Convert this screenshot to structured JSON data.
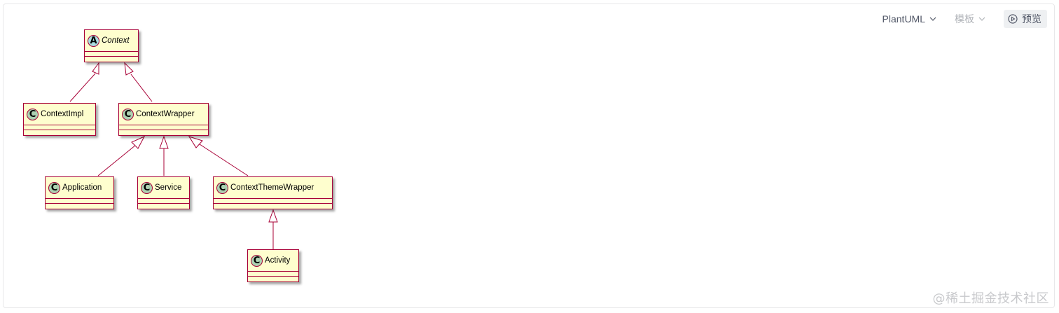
{
  "toolbar": {
    "language": "PlantUML",
    "template": "模板",
    "preview": "预览"
  },
  "diagram": {
    "classes": {
      "context": {
        "name": "Context",
        "stereotype": "A"
      },
      "context_impl": {
        "name": "ContextImpl",
        "stereotype": "C"
      },
      "context_wrapper": {
        "name": "ContextWrapper",
        "stereotype": "C"
      },
      "application": {
        "name": "Application",
        "stereotype": "C"
      },
      "service": {
        "name": "Service",
        "stereotype": "C"
      },
      "context_theme_wrapper": {
        "name": "ContextThemeWrapper",
        "stereotype": "C"
      },
      "activity": {
        "name": "Activity",
        "stereotype": "C"
      }
    },
    "inheritance": [
      [
        "ContextImpl",
        "Context"
      ],
      [
        "ContextWrapper",
        "Context"
      ],
      [
        "Application",
        "ContextWrapper"
      ],
      [
        "Service",
        "ContextWrapper"
      ],
      [
        "ContextThemeWrapper",
        "ContextWrapper"
      ],
      [
        "Activity",
        "ContextThemeWrapper"
      ]
    ]
  },
  "watermark": "@稀土掘金技术社区",
  "colors": {
    "class_fill": "#fefece",
    "class_border": "#a80036",
    "class_circle": "#add1b2",
    "abstract_circle": "#a9dcdf"
  }
}
